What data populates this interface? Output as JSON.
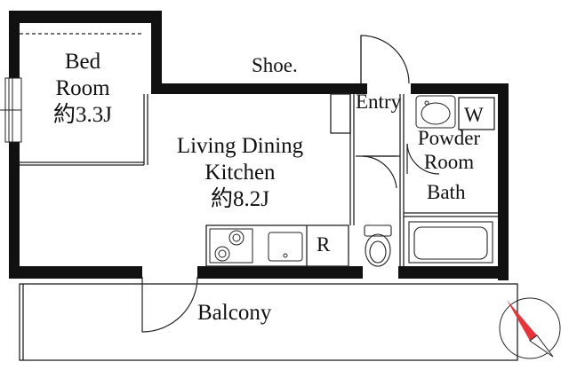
{
  "rooms": {
    "bedroom": {
      "line1": "Bed",
      "line2": "Room",
      "size": "約3.3J"
    },
    "ldk": {
      "line1": "Living Dining",
      "line2": "Kitchen",
      "size": "約8.2J"
    },
    "shoe": "Shoe.",
    "entry": "Entry",
    "powder": {
      "line1": "Powder",
      "line2": "Room"
    },
    "washer": "W",
    "bath": "Bath",
    "refrigerator": "R",
    "balcony": "Balcony"
  },
  "colors": {
    "wall": "#111111",
    "compass_needle": "#e8333a",
    "line": "#222222"
  },
  "icons": {
    "compass": "compass-icon",
    "stove": "stove-icon",
    "sink": "sink-icon",
    "toilet": "toilet-icon",
    "bathtub": "bathtub-icon"
  }
}
